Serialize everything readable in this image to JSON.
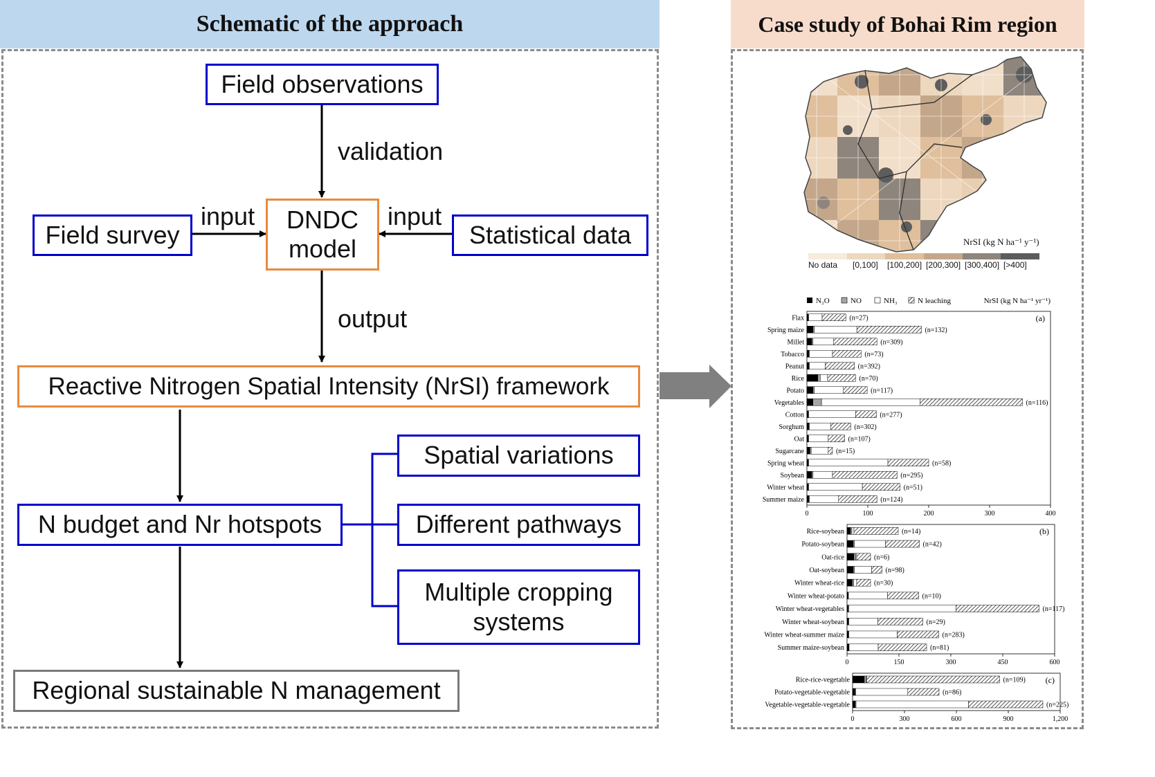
{
  "left": {
    "header": "Schematic of the approach",
    "boxes": {
      "field_observations": "Field observations",
      "dndc_line1": "DNDC",
      "dndc_line2": "model",
      "field_survey": "Field survey",
      "statistical_data": "Statistical data",
      "nrsi": "Reactive Nitrogen Spatial Intensity (NrSI) framework",
      "n_budget": "N budget and Nr hotspots",
      "spatial_variations": "Spatial variations",
      "different_pathways": "Different pathways",
      "multiple_line1": "Multiple cropping",
      "multiple_line2": "systems",
      "regional": "Regional sustainable N management"
    },
    "labels": {
      "validation": "validation",
      "input_left": "input",
      "input_right": "input",
      "output": "output"
    }
  },
  "right": {
    "header": "Case study of Bohai Rim region",
    "map": {
      "legend_title": "NrSI (kg N ha⁻¹ y⁻¹)",
      "legend_classes": [
        "No data",
        "[0,100]",
        "[100,200]",
        "[200,300]",
        "[300,400]",
        "[>400]"
      ],
      "legend_colors": [
        "#f7ebdc",
        "#edd8bf",
        "#dfbf9c",
        "#c4a78a",
        "#8e857d",
        "#5d5d5d"
      ]
    },
    "chart_legend": {
      "items": [
        "N₂O",
        "NO",
        "NH₃",
        "N leaching"
      ],
      "unit": "NrSI (kg N ha⁻¹ yr⁻¹)"
    }
  },
  "chart_data": [
    {
      "type": "bar",
      "orientation": "horizontal",
      "stacked": true,
      "panel": "(a)",
      "categories": [
        "Flax",
        "Spring maize",
        "Millet",
        "Tobacco",
        "Peanut",
        "Rice",
        "Potato",
        "Vegetables",
        "Cotton",
        "Sorghum",
        "Oat",
        "Sugarcane",
        "Spring wheat",
        "Soybean",
        "Winter wheat",
        "Summer maize"
      ],
      "sample_sizes": [
        "(n=27)",
        "(n=132)",
        "(n=309)",
        "(n=73)",
        "(n=392)",
        "(n=70)",
        "(n=117)",
        "(n=116)",
        "(n=277)",
        "(n=302)",
        "(n=107)",
        "(n=15)",
        "(n=58)",
        "(n=295)",
        "(n=51)",
        "(n=124)"
      ],
      "series": [
        {
          "name": "N₂O",
          "values": [
            2,
            10,
            8,
            3,
            3,
            18,
            10,
            10,
            2,
            3,
            2,
            5,
            2,
            8,
            2,
            3
          ]
        },
        {
          "name": "NO",
          "values": [
            1,
            2,
            2,
            1,
            1,
            4,
            2,
            14,
            1,
            1,
            1,
            2,
            1,
            2,
            1,
            1
          ]
        },
        {
          "name": "NH₃",
          "values": [
            22,
            70,
            34,
            38,
            26,
            12,
            48,
            162,
            77,
            35,
            32,
            28,
            130,
            32,
            88,
            48
          ]
        },
        {
          "name": "N leaching",
          "values": [
            39,
            106,
            71,
            47,
            48,
            46,
            39,
            168,
            34,
            33,
            27,
            7,
            67,
            106,
            62,
            63
          ]
        }
      ],
      "xticks": [
        0,
        100,
        200,
        300,
        400
      ],
      "xlim": [
        0,
        400
      ]
    },
    {
      "type": "bar",
      "orientation": "horizontal",
      "stacked": true,
      "panel": "(b)",
      "categories": [
        "Rice-soybean",
        "Potato-soybean",
        "Oat-rice",
        "Oat-soybean",
        "Winter wheat-rice",
        "Winter wheat-potato",
        "Winter wheat-vegetables",
        "Winter wheat-soybean",
        "Winter wheat-summer maize",
        "Summer maize-soybean"
      ],
      "sample_sizes": [
        "(n=14)",
        "(n=42)",
        "(n=6)",
        "(n=98)",
        "(n=30)",
        "(n=10)",
        "(n=117)",
        "(n=29)",
        "(n=283)",
        "(n=81)"
      ],
      "series": [
        {
          "name": "N₂O",
          "values": [
            10,
            18,
            20,
            18,
            15,
            3,
            3,
            4,
            4,
            5
          ]
        },
        {
          "name": "NO",
          "values": [
            4,
            3,
            5,
            3,
            4,
            1,
            2,
            1,
            1,
            1
          ]
        },
        {
          "name": "NH₃",
          "values": [
            6,
            90,
            3,
            50,
            9,
            113,
            310,
            84,
            140,
            84
          ]
        },
        {
          "name": "N leaching",
          "values": [
            128,
            98,
            40,
            30,
            40,
            90,
            240,
            130,
            120,
            140
          ]
        }
      ],
      "xticks": [
        0,
        150,
        300,
        450,
        600
      ],
      "xlim": [
        0,
        600
      ]
    },
    {
      "type": "bar",
      "orientation": "horizontal",
      "stacked": true,
      "panel": "(c)",
      "categories": [
        "Rice-rice-vegetable",
        "Potato-vegetable-vegetable",
        "Vegetable-vegetable-vegetable"
      ],
      "sample_sizes": [
        "(n=109)",
        "(n=86)",
        "(n=225)"
      ],
      "series": [
        {
          "name": "N₂O",
          "values": [
            68,
            14,
            15
          ]
        },
        {
          "name": "NO",
          "values": [
            10,
            5,
            5
          ]
        },
        {
          "name": "NH₃",
          "values": [
            4,
            300,
            650
          ]
        },
        {
          "name": "N leaching",
          "values": [
            768,
            181,
            430
          ]
        }
      ],
      "xticks": [
        "0",
        "300",
        "600",
        "900",
        "1,200"
      ],
      "xlim": [
        0,
        1200
      ]
    }
  ]
}
